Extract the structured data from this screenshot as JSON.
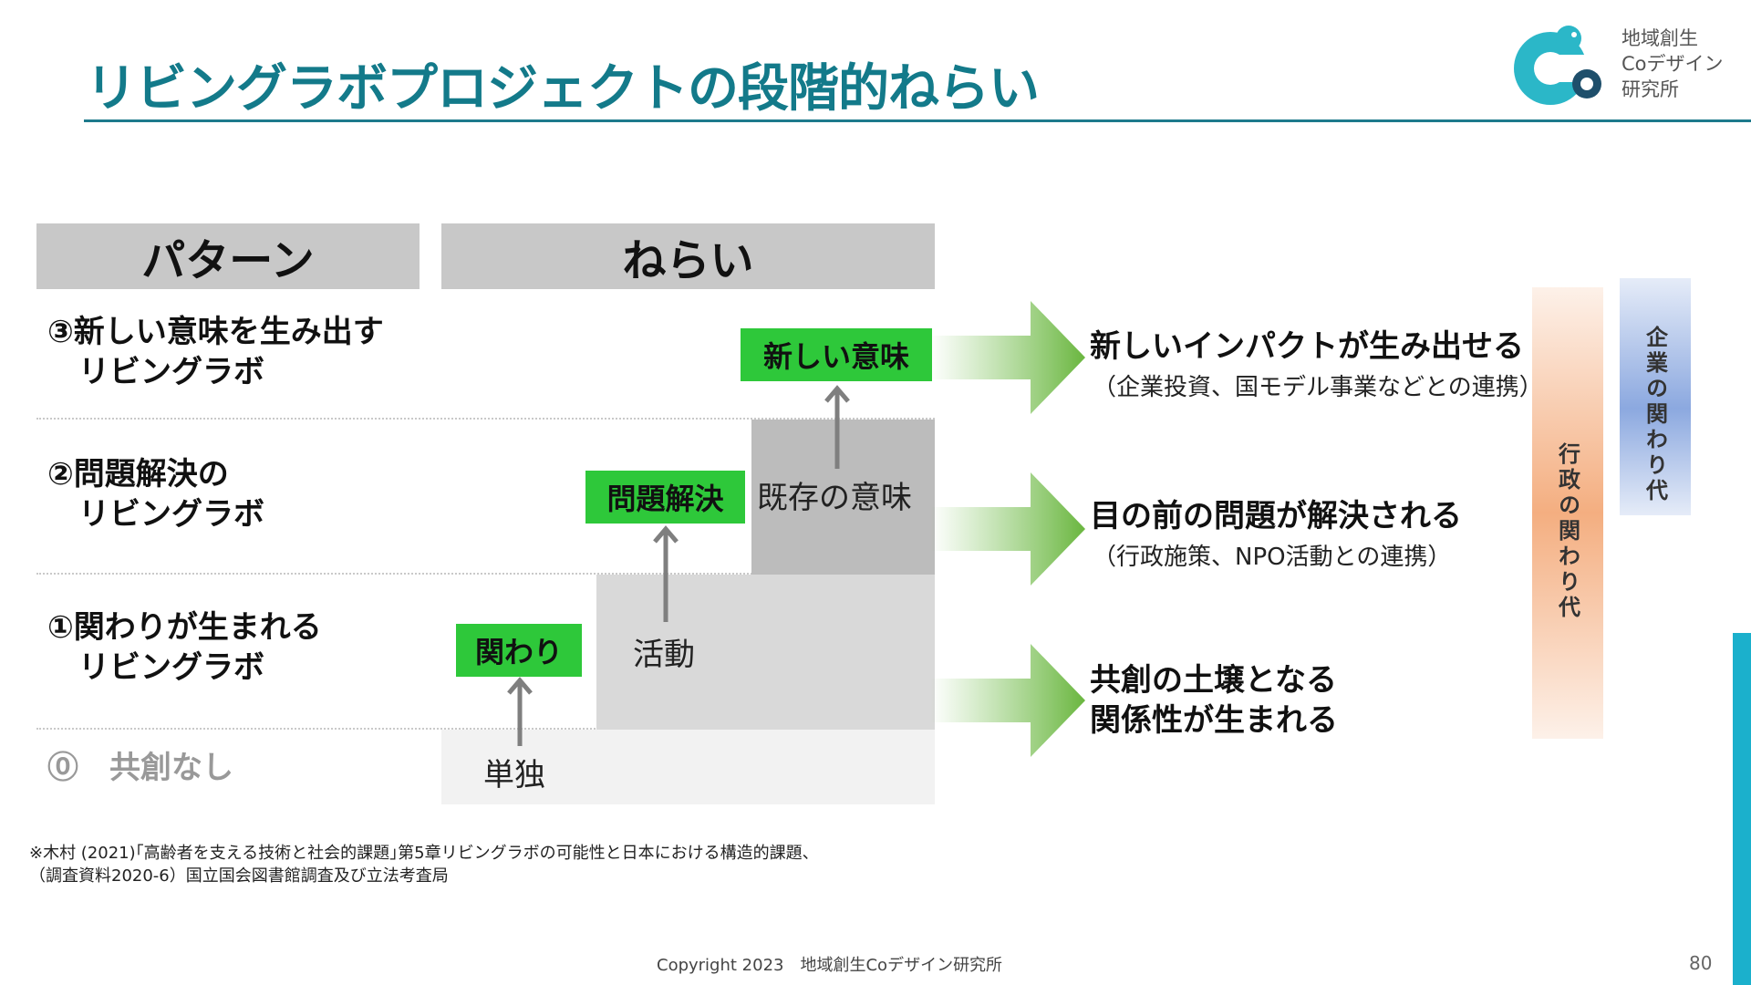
{
  "title": "リビングラボプロジェクトの段階的ねらい",
  "logo": {
    "text": "地域創生\nCoデザイン\n研究所"
  },
  "headers": {
    "pattern": "パターン",
    "aim": "ねらい"
  },
  "patterns": [
    {
      "label": "③新しい意味を生み出す\n　リビングラボ"
    },
    {
      "label": "②問題解決の\n　リビングラボ"
    },
    {
      "label": "①関わりが生まれる\n　リビングラボ"
    },
    {
      "label": "⓪　共創なし"
    }
  ],
  "aims": {
    "new_meaning": "新しい意味",
    "problem_solving": "問題解決",
    "existing_meaning": "既存の意味",
    "involvement": "関わり",
    "activity": "活動",
    "alone": "単独"
  },
  "outcomes": [
    {
      "main": "新しいインパクトが生み出せる",
      "sub": "（企業投資、国モデル事業などとの連携）"
    },
    {
      "main": "目の前の問題が解決される",
      "sub": "（行政施策、NPO活動との連携）"
    },
    {
      "main": "共創の土壌となる\n関係性が生まれる",
      "sub": ""
    }
  ],
  "side_bars": {
    "government": "行政の関わり代",
    "company": "企業の関わり代"
  },
  "footnote": "※木村 (2021)｢高齢者を支える技術と社会的課題｣第5章リビングラボの可能性と日本における構造的課題、\n（調査資料2020-6）国立国会図書館調査及び立法考査局",
  "copyright": "Copyright 2023　地域創生Coデザイン研究所",
  "page_number": "80",
  "colors": {
    "title": "#137a8a",
    "green": "#2ec83a",
    "accent_bar": "#1bb0cc",
    "orange_bar": "#f2a06a",
    "blue_bar": "#7f9fdc"
  }
}
